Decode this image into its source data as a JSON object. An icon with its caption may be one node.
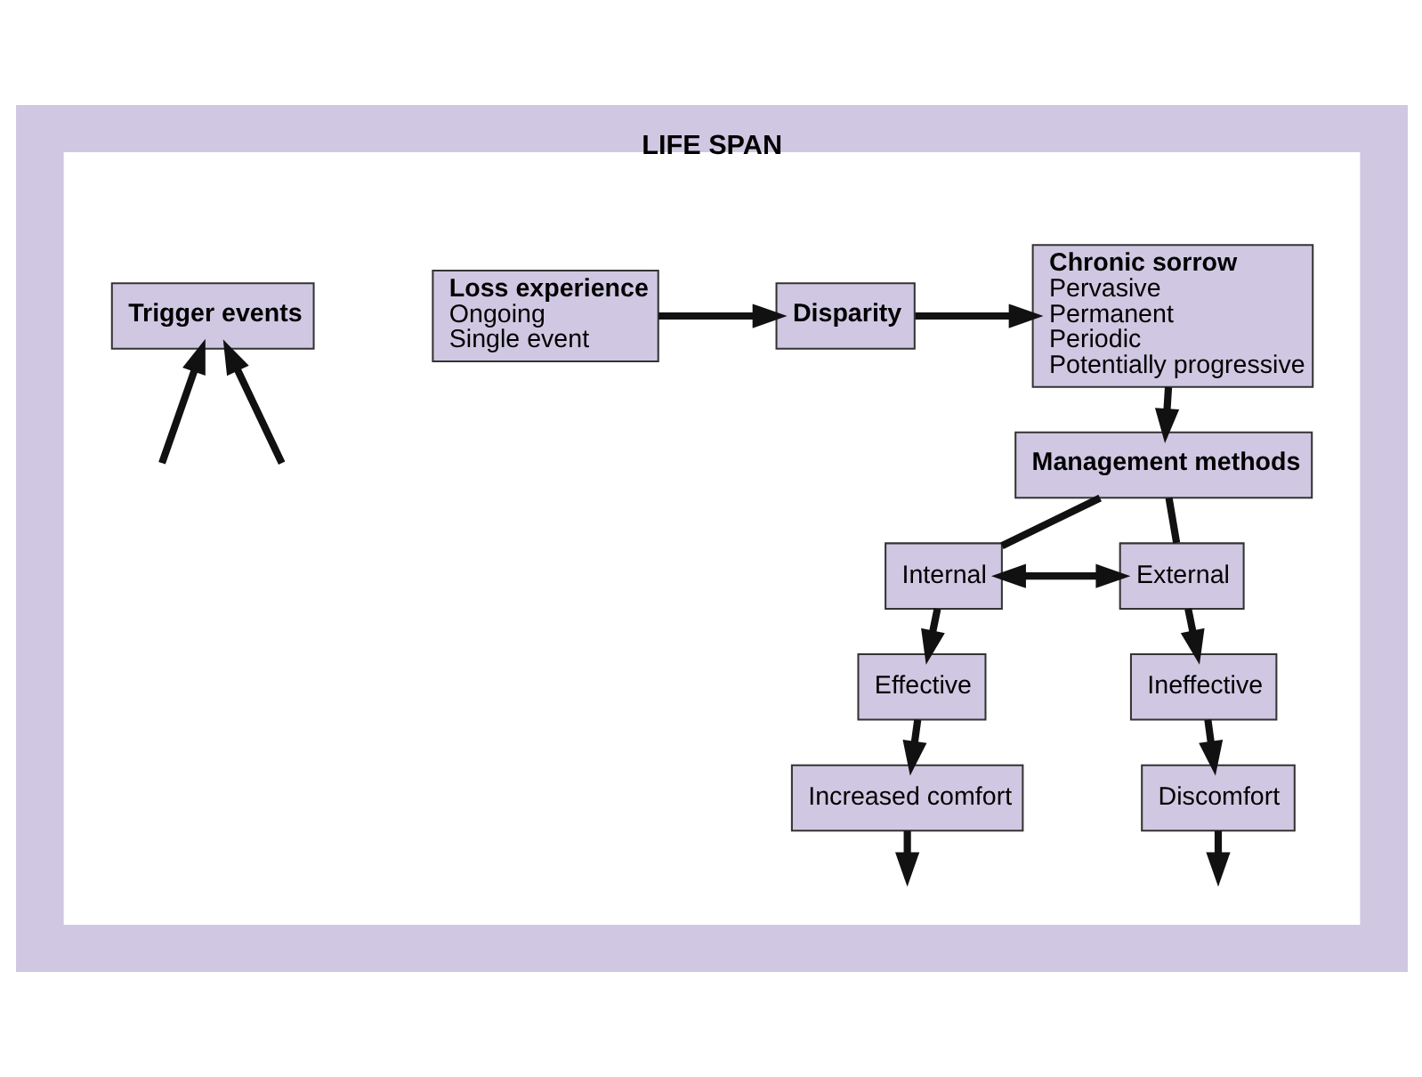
{
  "diagram": {
    "nodes": [
      {
        "text": [
          "LIFE SPAN"
        ]
      },
      {
        "text": [
          "Loss experience",
          "Ongoing",
          "Single event"
        ],
        "in": 0
      },
      {
        "text": [
          "Disparity"
        ],
        "in": 0
      },
      {
        "text": [
          "Chronic sorrow",
          "Pervasive",
          "Permanent",
          "Periodic",
          "Potentially progressive"
        ],
        "in": 0
      },
      {
        "text": [
          "Trigger events"
        ],
        "in": 0
      },
      {
        "text": [
          "Management methods"
        ],
        "in": 0
      },
      {
        "text": [
          "Internal"
        ],
        "in": 0
      },
      {
        "text": [
          "External"
        ],
        "in": 0
      },
      {
        "text": [
          "Ineffective"
        ],
        "in": 0
      },
      {
        "text": [
          "Effective"
        ],
        "in": 0
      },
      {
        "text": [
          "Discomfort"
        ],
        "in": 0
      },
      {
        "text": [
          "Increased comfort"
        ],
        "in": 0
      }
    ],
    "edges": [
      {
        "from": 1,
        "to": 2,
        "arrow": "to"
      },
      {
        "from": 2,
        "to": 3,
        "arrow": "to"
      },
      {
        "from": 3,
        "to": 5,
        "arrow": "to"
      },
      {
        "from": 5,
        "to": 6,
        "arrow": "none"
      },
      {
        "from": 5,
        "to": 7,
        "arrow": "none"
      },
      {
        "from": 6,
        "to": 7,
        "arrow": "both"
      },
      {
        "from": 7,
        "to": 8,
        "arrow": "to"
      },
      {
        "from": 6,
        "to": 9,
        "arrow": "to"
      },
      {
        "from": 8,
        "to": 10,
        "arrow": "to"
      },
      {
        "from": 9,
        "to": 11,
        "arrow": "to"
      },
      {
        "from": null,
        "to": 4,
        "arrow": "to"
      },
      {
        "from": null,
        "to": 4,
        "arrow": "to"
      },
      {
        "from": 10,
        "to": null,
        "arrow": "to"
      },
      {
        "from": 11,
        "to": null,
        "arrow": "to"
      }
    ]
  }
}
